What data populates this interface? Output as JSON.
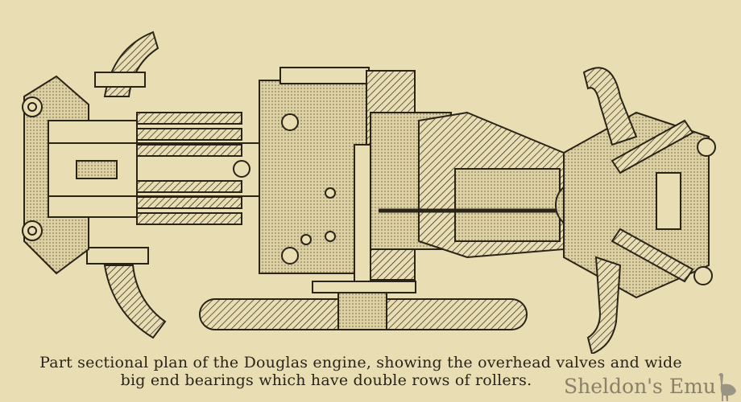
{
  "caption": {
    "line1": "Part sectional plan of the Douglas engine, showing the overhead valves and wide",
    "line2": "big end bearings which have double rows of rollers."
  },
  "watermark": "Sheldon's Emu",
  "colors": {
    "paper": "#e9ddb3",
    "ink": "#2a2418",
    "watermark": "#8a8068"
  }
}
